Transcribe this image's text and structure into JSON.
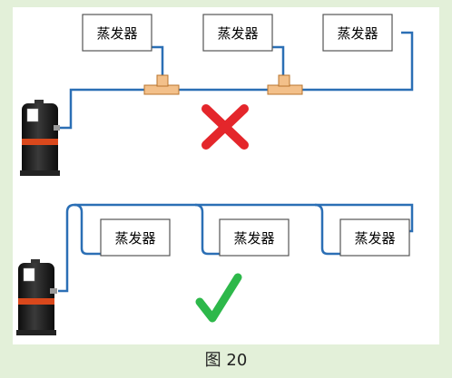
{
  "top_diagram": {
    "evaporator_labels": [
      "蒸发器",
      "蒸发器",
      "蒸发器"
    ],
    "verdict": "wrong",
    "verdict_symbol": "cross-mark"
  },
  "bottom_diagram": {
    "evaporator_labels": [
      "蒸发器",
      "蒸发器",
      "蒸发器"
    ],
    "verdict": "correct",
    "verdict_symbol": "check-mark"
  },
  "colors": {
    "pipe": "#2b6fb5",
    "fitting": "#e8a45a",
    "cross": "#e4262b",
    "check": "#2db84a",
    "compressor_body": "#1a1a1a",
    "compressor_band": "#d9481c",
    "background": "#e3f0d9"
  },
  "caption": "图 20"
}
